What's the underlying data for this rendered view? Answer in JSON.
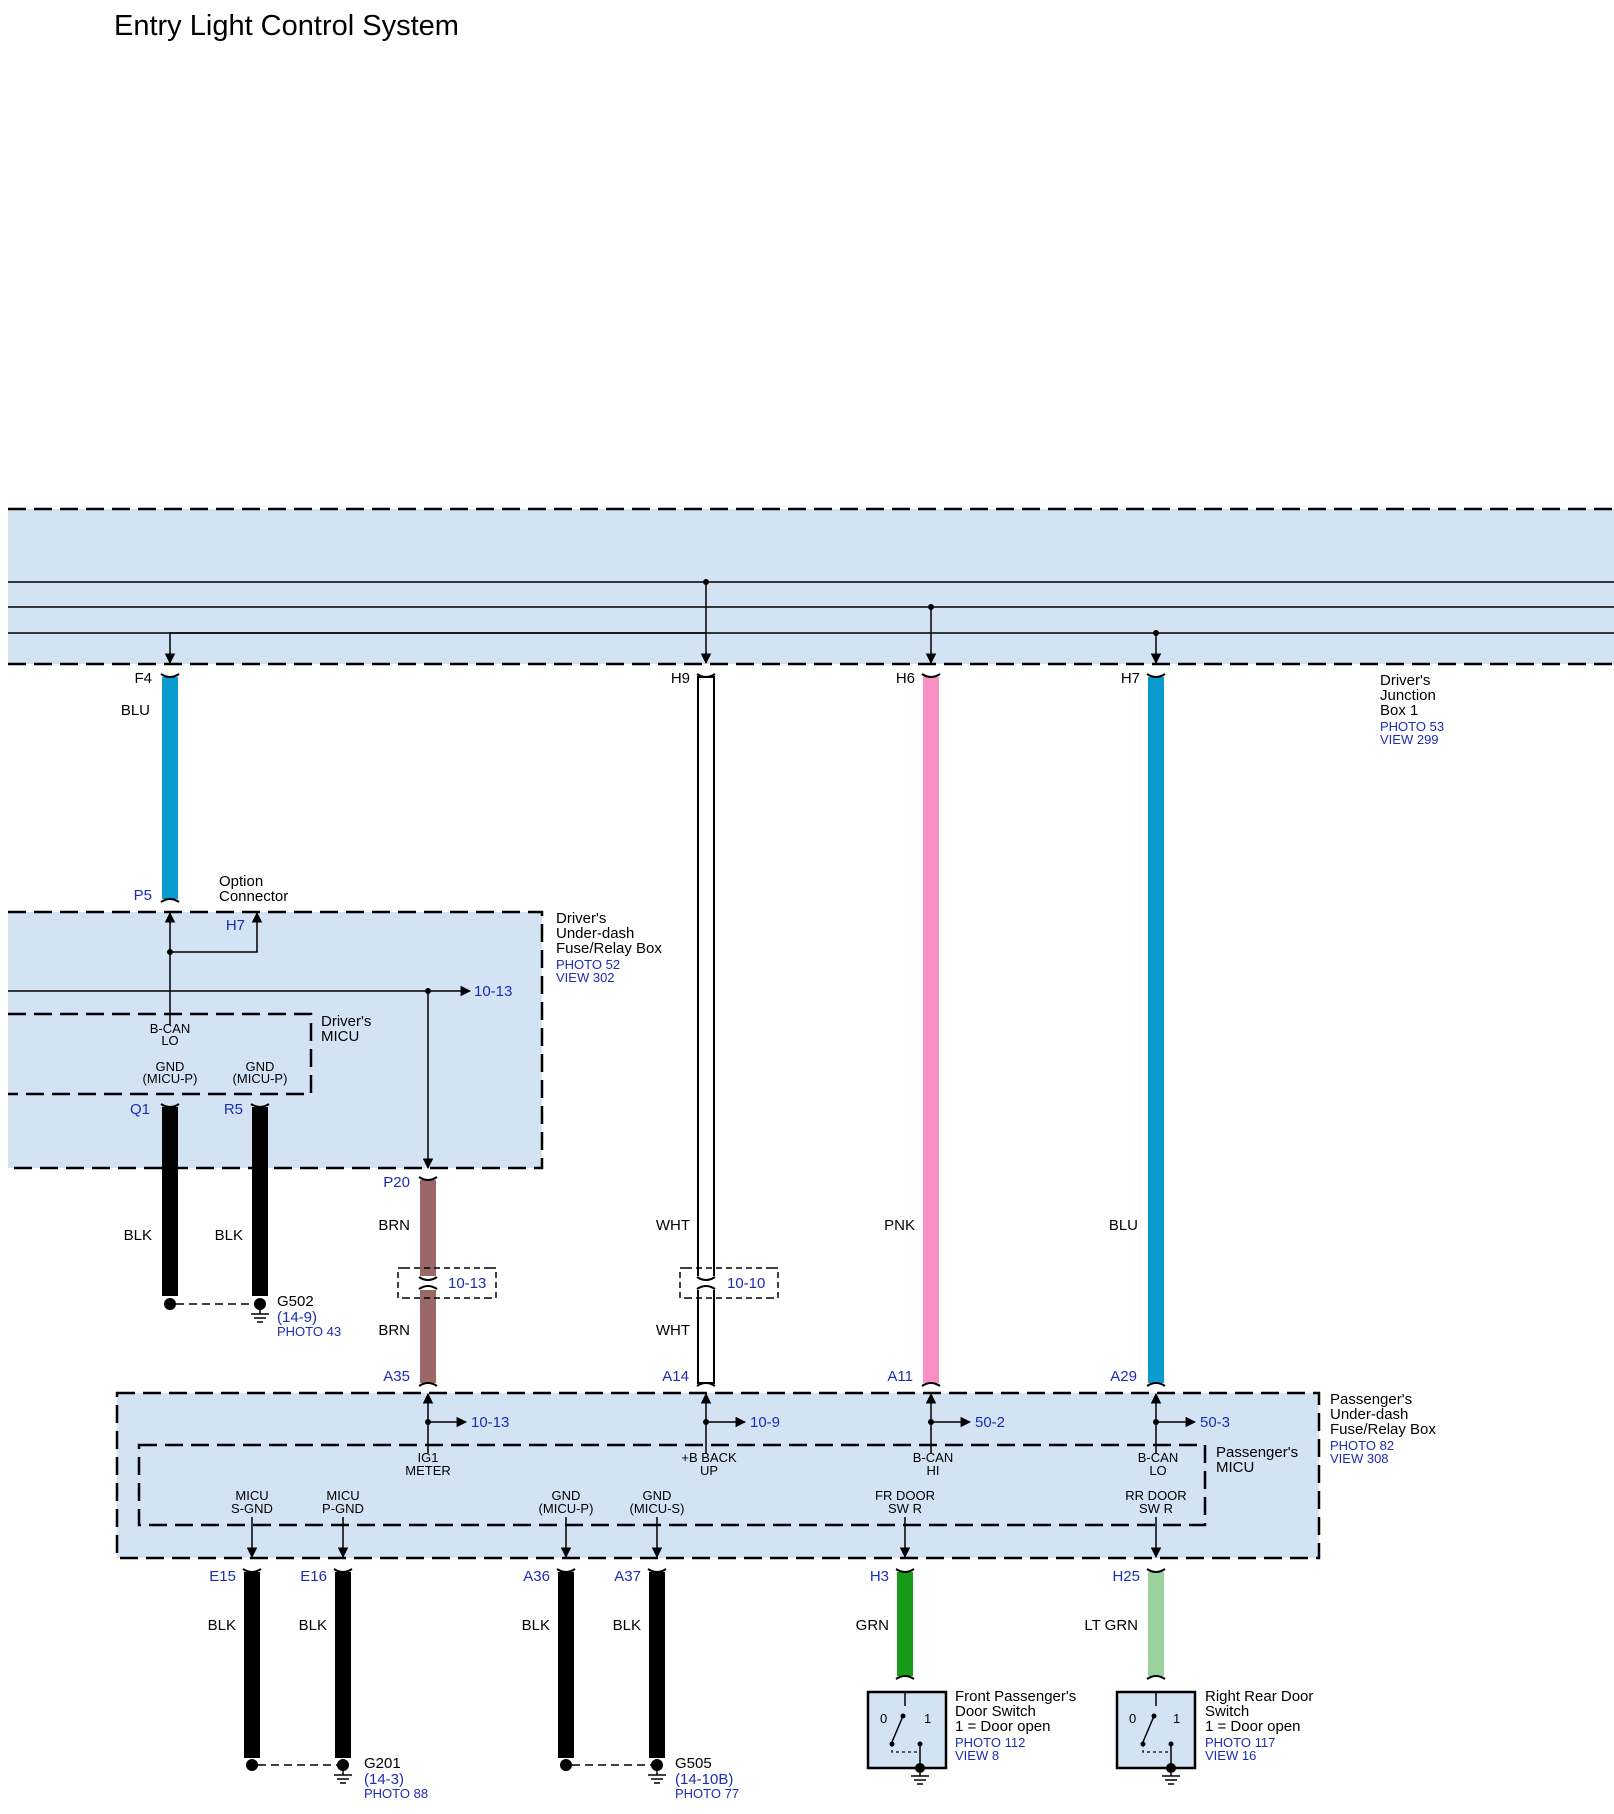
{
  "title": "Entry Light Control System",
  "components": {
    "junction_box": {
      "lines": [
        "Driver's",
        "Junction",
        "Box 1"
      ],
      "photo": "PHOTO 53",
      "view": "VIEW 299"
    },
    "driver_fuse_box": {
      "lines": [
        "Driver's",
        "Under-dash",
        "Fuse/Relay Box"
      ],
      "photo": "PHOTO 52",
      "view": "VIEW 302"
    },
    "driver_micu": {
      "lines": [
        "Driver's",
        "MICU"
      ]
    },
    "option_connector": {
      "lines": [
        "Option",
        "Connector"
      ]
    },
    "passenger_fuse_box": {
      "lines": [
        "Passenger's",
        "Under-dash",
        "Fuse/Relay Box"
      ],
      "photo": "PHOTO 82",
      "view": "VIEW 308"
    },
    "passenger_micu": {
      "lines": [
        "Passenger's",
        "MICU"
      ]
    },
    "front_pass_switch": {
      "lines": [
        "Front Passenger's",
        "Door Switch",
        "1 = Door open"
      ],
      "photo": "PHOTO 112",
      "view": "VIEW 8"
    },
    "right_rear_switch": {
      "lines": [
        "Right Rear Door",
        "Switch",
        "1 = Door open"
      ],
      "photo": "PHOTO 117",
      "view": "VIEW 16"
    },
    "switch_positions": [
      "0",
      "1"
    ]
  },
  "pins": {
    "F4": "F4",
    "H9": "H9",
    "H6": "H6",
    "H7_jb": "H7",
    "P5": "P5",
    "H7_opt": "H7",
    "Q1": "Q1",
    "R5": "R5",
    "P20": "P20",
    "A35": "A35",
    "A14": "A14",
    "A11": "A11",
    "A29": "A29",
    "E15": "E15",
    "E16": "E16",
    "A36": "A36",
    "A37": "A37",
    "H3": "H3",
    "H25": "H25"
  },
  "wire_colors": {
    "f4": "BLU",
    "q1": "BLK",
    "r5": "BLK",
    "p20_upper": "BRN",
    "p20_lower": "BRN",
    "h9_upper": "WHT",
    "h9_lower": "WHT",
    "h6": "PNK",
    "h7": "BLU",
    "e15": "BLK",
    "e16": "BLK",
    "a36": "BLK",
    "a37": "BLK",
    "h3": "GRN",
    "h25": "LT GRN"
  },
  "micu_terminals": {
    "bcan_lo_1": "B-CAN",
    "bcan_lo_2": "LO",
    "gnd1_1": "GND",
    "gnd1_2": "(MICU-P)",
    "gnd2_1": "GND",
    "gnd2_2": "(MICU-P)",
    "ig1_1": "IG1",
    "ig1_2": "METER",
    "bback_1": "+B BACK",
    "bback_2": "UP",
    "bcanhi_1": "B-CAN",
    "bcanhi_2": "HI",
    "bcanlo_1": "B-CAN",
    "bcanlo_2": "LO",
    "sgnd_1": "MICU",
    "sgnd_2": "S-GND",
    "pgnd_1": "MICU",
    "pgnd_2": "P-GND",
    "gnd3_1": "GND",
    "gnd3_2": "(MICU-P)",
    "gnd4_1": "GND",
    "gnd4_2": "(MICU-S)",
    "frdoor_1": "FR DOOR",
    "frdoor_2": "SW R",
    "rrdoor_1": "RR DOOR",
    "rrdoor_2": "SW R"
  },
  "page_refs": {
    "ig1_driver": "10-13",
    "splice_brn": "10-13",
    "splice_wht": "10-10",
    "a35": "10-13",
    "a14": "10-9",
    "a11": "50-2",
    "a29": "50-3"
  },
  "grounds": {
    "g502": {
      "name": "G502",
      "ref": "(14-9)",
      "photo": "PHOTO 43"
    },
    "g201": {
      "name": "G201",
      "ref": "(14-3)",
      "photo": "PHOTO 88"
    },
    "g505": {
      "name": "G505",
      "ref": "(14-10B)",
      "photo": "PHOTO 77"
    }
  },
  "colors": {
    "box_fill": "#d3e3f4",
    "blu": "#0a9ad0",
    "pnk": "#f990c4",
    "brn": "#9a6866",
    "grn": "#179c1a",
    "lt_grn": "#9bd19b",
    "blk": "#000000",
    "pin_text": "#1c2db0"
  }
}
